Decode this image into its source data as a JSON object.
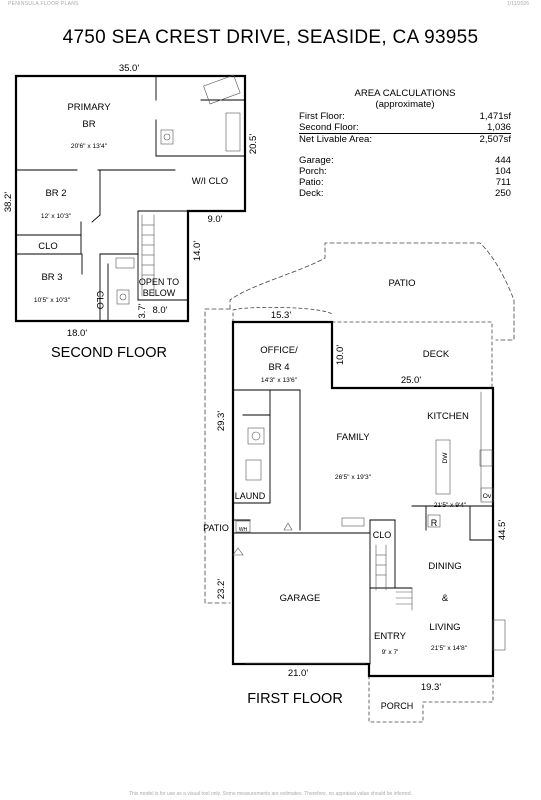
{
  "header": {
    "brand": "PENINSULA FLOOR PLANS",
    "date": "1/11/2026",
    "address": "4750 SEA CREST DRIVE, SEASIDE, CA 93955"
  },
  "area_calculations": {
    "title": "AREA CALCULATIONS",
    "subtitle": "(approximate)",
    "rows": [
      {
        "label": "First Floor:",
        "value": "1,471sf"
      },
      {
        "label": "Second Floor:",
        "value": "1,036"
      },
      {
        "label": "Net Livable Area:",
        "value": "2,507sf"
      }
    ],
    "rows2": [
      {
        "label": "Garage:",
        "value": "444"
      },
      {
        "label": "Porch:",
        "value": "104"
      },
      {
        "label": "Patio:",
        "value": "711"
      },
      {
        "label": "Deck:",
        "value": "250"
      }
    ]
  },
  "second_floor": {
    "label": "SECOND FLOOR",
    "rooms": {
      "primary_name": "PRIMARY",
      "primary_br": "BR",
      "primary_dim": "20'6\" x 13'4\"",
      "wi_clo": "W/I CLO",
      "br2": "BR 2",
      "br2_dim": "12' x 10'3\"",
      "clo": "CLO",
      "br3": "BR 3",
      "br3_dim": "10'5\" x 10'3\"",
      "clo_v": "CLO",
      "open1": "OPEN TO",
      "open2": "BELOW"
    },
    "dims": {
      "top": "35.0'",
      "right_upper": "20.5'",
      "left": "38.2'",
      "notch_h": "9.0'",
      "notch_v": "14.0'",
      "bottom": "18.0'",
      "small_v": "3.7'",
      "small_h": "8.0'"
    }
  },
  "first_floor": {
    "label": "FIRST FLOOR",
    "rooms": {
      "patio": "PATIO",
      "deck": "DECK",
      "office1": "OFFICE/",
      "office2": "BR 4",
      "office_dim": "14'3\" x 13'6\"",
      "family": "FAMILY",
      "family_dim": "26'5\" x 19'3\"",
      "kitchen": "KITCHEN",
      "kitchen_dim": "21'5\" x 9'4\"",
      "dw": "DW",
      "ov": "Ov",
      "r": "R",
      "laund": "LAUND",
      "wh": "WH",
      "patio_side": "PATIO",
      "clo": "CLO",
      "dining": "DINING",
      "amp": "&",
      "living": "LIVING",
      "living_dim": "21'5\" x 14'8\"",
      "garage": "GARAGE",
      "entry": "ENTRY",
      "entry_dim": "9' x 7'",
      "porch": "PORCH"
    },
    "dims": {
      "top_office": "15.3'",
      "deck_v": "10.0'",
      "deck_h": "25.0'",
      "left_upper": "29.3'",
      "right": "44.5'",
      "left_lower": "23.2'",
      "garage_w": "21.0'",
      "porch_w": "19.3'"
    }
  },
  "footer": "This model is for use as a visual tool only. Some measurements are estimates. Therefore, no appraisal value should be inferred."
}
